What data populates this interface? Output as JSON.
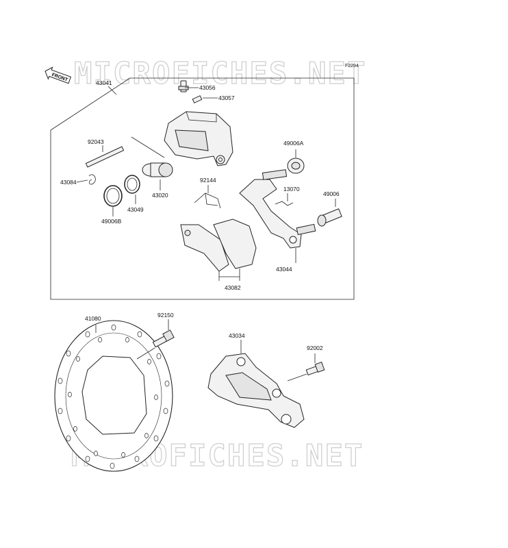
{
  "figure_code": "F2294",
  "front_arrow_label": "FRONT",
  "watermark": "MICROFICHES.NET",
  "parts": {
    "p43041": "43041",
    "p43056": "43056",
    "p43057": "43057",
    "p92043": "92043",
    "p43084": "43084",
    "p43020": "43020",
    "p43049": "43049",
    "p49006B": "49006B",
    "p92144": "92144",
    "p49006A": "49006A",
    "p13070": "13070",
    "p49006": "49006",
    "p43044": "43044",
    "p43082": "43082",
    "p41080": "41080",
    "p92150": "92150",
    "p43034": "43034",
    "p92002": "92002"
  }
}
